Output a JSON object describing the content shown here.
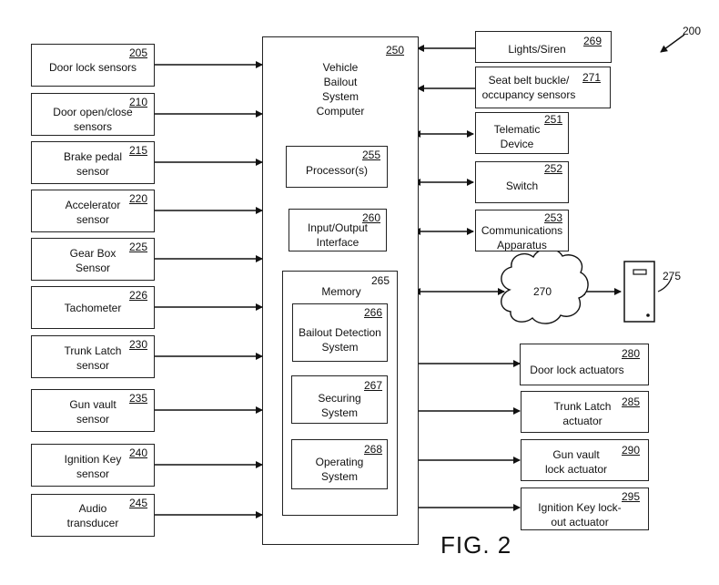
{
  "figure_ref": "200",
  "figure_caption": "FIG. 2",
  "inputs": [
    {
      "label": "Door lock sensors",
      "num": "205"
    },
    {
      "label": "Door open/close\nsensors",
      "num": "210"
    },
    {
      "label": "Brake pedal\nsensor",
      "num": "215"
    },
    {
      "label": "Accelerator\nsensor",
      "num": "220"
    },
    {
      "label": "Gear Box\nSensor",
      "num": "225"
    },
    {
      "label": "Tachometer",
      "num": "226"
    },
    {
      "label": "Trunk Latch\nsensor",
      "num": "230"
    },
    {
      "label": "Gun vault\nsensor",
      "num": "235"
    },
    {
      "label": "Ignition Key\nsensor",
      "num": "240"
    },
    {
      "label": "Audio\ntransducer",
      "num": "245"
    }
  ],
  "computer": {
    "label": "Vehicle\nBailout\nSystem\nComputer",
    "num": "250",
    "processor": {
      "label": "Processor(s)",
      "num": "255"
    },
    "io": {
      "label": "Input/Output\nInterface",
      "num": "260"
    },
    "memory": {
      "label": "Memory",
      "num": "265",
      "modules": [
        {
          "label": "Bailout Detection\nSystem",
          "num": "266"
        },
        {
          "label": "Securing\nSystem",
          "num": "267"
        },
        {
          "label": "Operating\nSystem",
          "num": "268"
        }
      ]
    }
  },
  "peripherals": [
    {
      "label": "Lights/Siren",
      "num": "269"
    },
    {
      "label": "Seat belt buckle/\noccupancy sensors",
      "num": "271"
    },
    {
      "label": "Telematic\nDevice",
      "num": "251"
    },
    {
      "label": "Switch",
      "num": "252"
    },
    {
      "label": "Communications\nApparatus",
      "num": "253"
    }
  ],
  "network": {
    "num": "270"
  },
  "server": {
    "num": "275"
  },
  "actuators": [
    {
      "label": "Door lock actuators",
      "num": "280"
    },
    {
      "label": "Trunk Latch\nactuator",
      "num": "285"
    },
    {
      "label": "Gun  vault\nlock actuator",
      "num": "290"
    },
    {
      "label": "Ignition Key lock-\nout actuator",
      "num": "295"
    }
  ]
}
